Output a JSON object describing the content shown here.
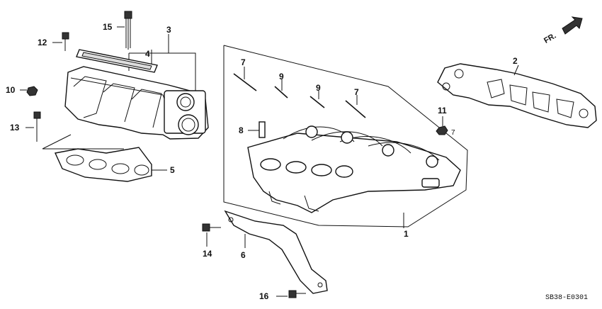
{
  "diagram": {
    "callouts": {
      "c1": "1",
      "c2": "2",
      "c3": "3",
      "c4": "4",
      "c5": "5",
      "c6": "6",
      "c7a": "7",
      "c7b": "7",
      "c7c": "7",
      "c8": "8",
      "c9a": "9",
      "c9b": "9",
      "c10": "10",
      "c11": "11",
      "c12": "12",
      "c13": "13",
      "c14": "14",
      "c15": "15",
      "c16": "16"
    },
    "direction_label": "FR.",
    "diagram_code": "SB38-E0301"
  }
}
